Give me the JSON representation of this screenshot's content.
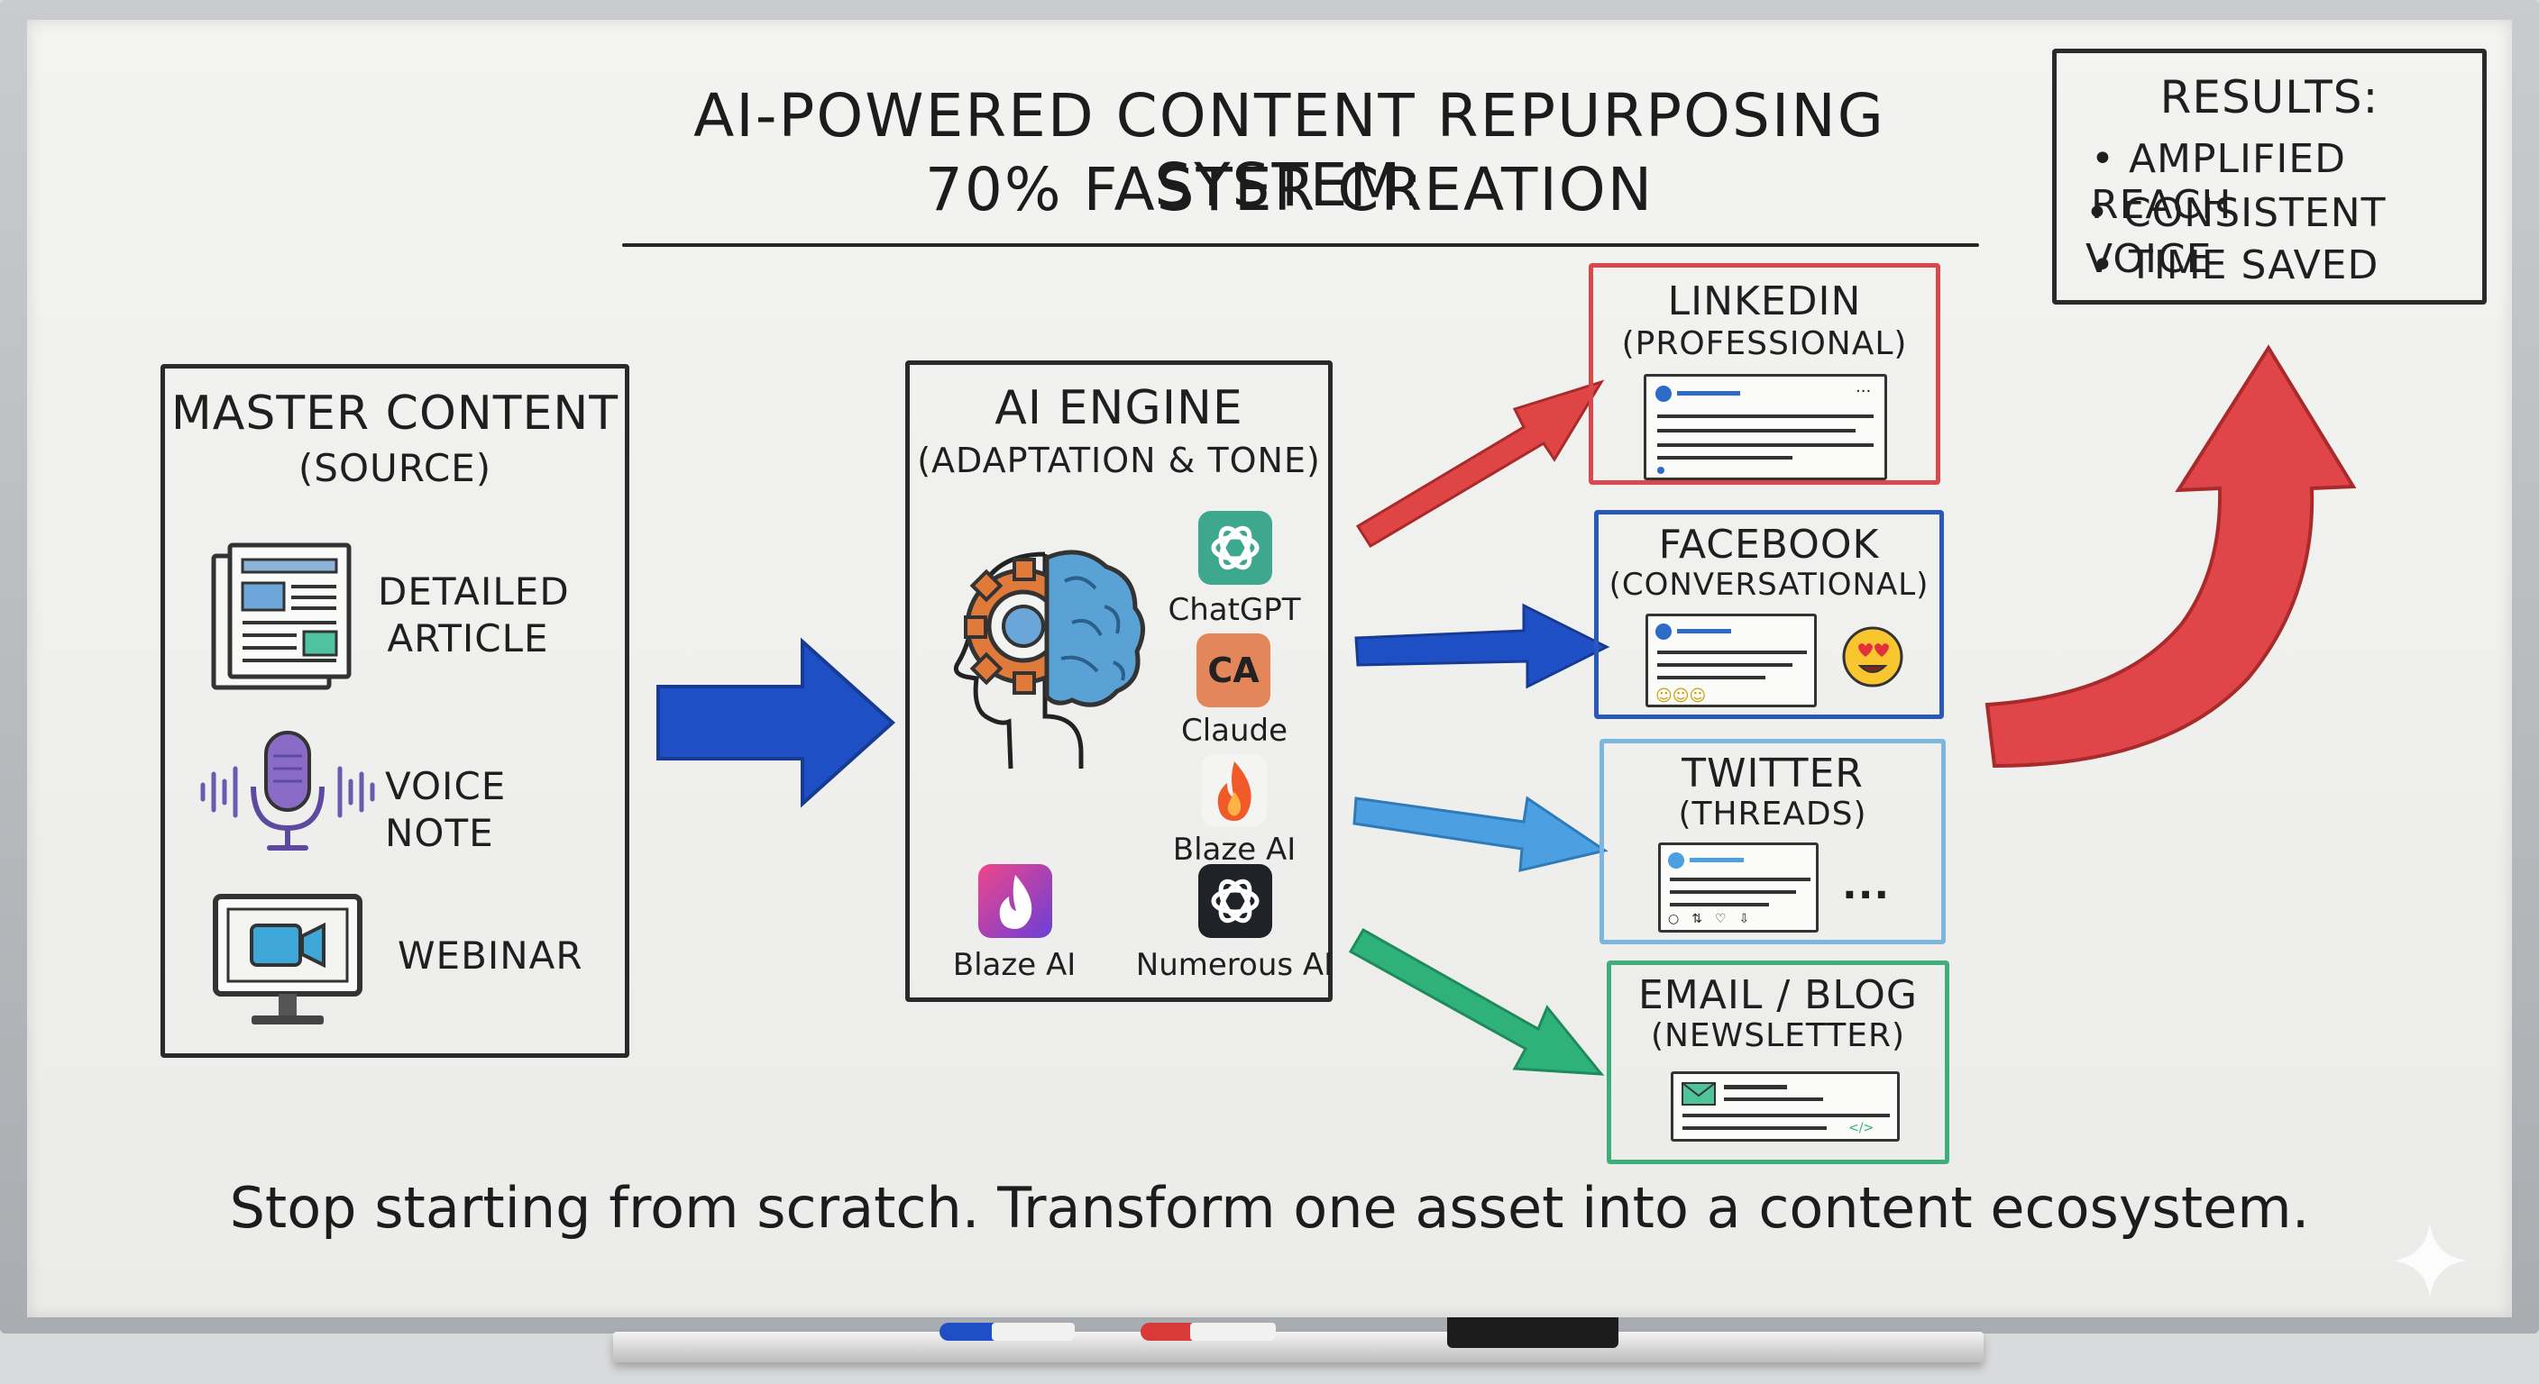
{
  "title": {
    "line1": "AI-POWERED CONTENT REPURPOSING SYSTEM:",
    "line2": "70% FASTER CREATION"
  },
  "master": {
    "title": "MASTER CONTENT",
    "subtitle": "(SOURCE)",
    "items": [
      {
        "label": "DETAILED\nARTICLE",
        "icon": "newspaper-icon"
      },
      {
        "label": "VOICE NOTE",
        "icon": "microphone-icon"
      },
      {
        "label": "WEBINAR",
        "icon": "monitor-video-icon"
      }
    ]
  },
  "engine": {
    "title": "AI ENGINE",
    "subtitle": "(ADAPTATION & TONE)",
    "icon": "brain-gear-head-icon",
    "tools": [
      {
        "label": "ChatGPT",
        "icon": "openai-icon",
        "badge": ""
      },
      {
        "label": "Claude",
        "icon": "claude-icon",
        "badge": "CA"
      },
      {
        "label": "Blaze AI",
        "icon": "flame-icon",
        "badge": ""
      },
      {
        "label": "Blaze AI",
        "icon": "flame-app-icon",
        "badge": ""
      },
      {
        "label": "Numerous AI",
        "icon": "openai-dark-icon",
        "badge": ""
      }
    ]
  },
  "platforms": [
    {
      "title": "LINKEDIN",
      "subtitle": "(PROFESSIONAL)",
      "color": "#d8484c"
    },
    {
      "title": "FACEBOOK",
      "subtitle": "(CONVERSATIONAL)",
      "color": "#2a58b8"
    },
    {
      "title": "TWITTER",
      "subtitle": "(THREADS)",
      "color": "#7ab6de"
    },
    {
      "title": "EMAIL / BLOG",
      "subtitle": "(NEWSLETTER)",
      "color": "#3fae7b"
    }
  ],
  "facebook_card": {
    "ellipsis": ""
  },
  "twitter_card": {
    "ellipsis": "..."
  },
  "email_card": {
    "code": "</>"
  },
  "results": {
    "title": "RESULTS:",
    "items": [
      "• AMPLIFIED REACH",
      "• CONSISTENT VOICE",
      "• TIME SAVED"
    ]
  },
  "tagline": "Stop starting from scratch. Transform one asset into a content ecosystem.",
  "colors": {
    "arrow_main": "#1f4fc4",
    "arrow_linkedin": "#e04545",
    "arrow_facebook": "#1f4fc4",
    "arrow_twitter": "#4c9fe0",
    "arrow_email": "#2fb27a",
    "arrow_results": "#e0454a"
  }
}
